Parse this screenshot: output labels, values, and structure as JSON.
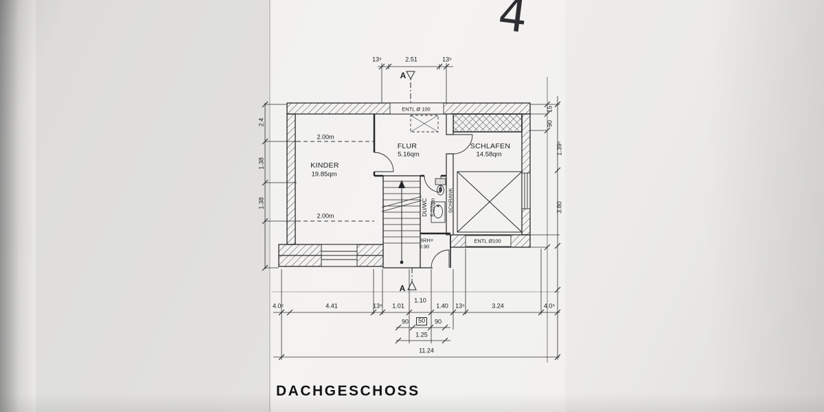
{
  "title": "DACHGESCHOSS",
  "handwritten_mark": "4",
  "section_marker": "A",
  "rooms": {
    "kinder": {
      "name": "KINDER",
      "area": "19.85qm"
    },
    "flur": {
      "name": "FLUR",
      "area": "5.16qm"
    },
    "schlafen": {
      "name": "SCHLAFEN",
      "area": "14.58qm"
    },
    "du_wc": {
      "name": "DU/WC",
      "area": "5.02qm"
    },
    "schrank": {
      "name": "SCHRANK"
    }
  },
  "annotations": {
    "vent_top": "ENTL Ø 100",
    "vent_right": "ENTL Ø100",
    "headroom_top": "2.00m",
    "headroom_bottom": "2.00m",
    "parapet": "BRH=",
    "parapet_value": "0.90"
  },
  "dimensions": {
    "top": [
      "13⁵",
      "2.51",
      "13⁵"
    ],
    "bottom_main": [
      "4.0⁵",
      "4.41",
      "13⁵",
      "1.01",
      "1.10",
      "1.40",
      "13⁵",
      "3.24",
      "4.0⁵"
    ],
    "bottom_sub": [
      "90",
      "50",
      "90"
    ],
    "bottom_sub_total": "1.25",
    "overall": "11.24",
    "left": [
      "2.4",
      "1.38",
      "1.38"
    ],
    "right": [
      "15",
      "90",
      "1.39⁵",
      "3.80"
    ]
  }
}
